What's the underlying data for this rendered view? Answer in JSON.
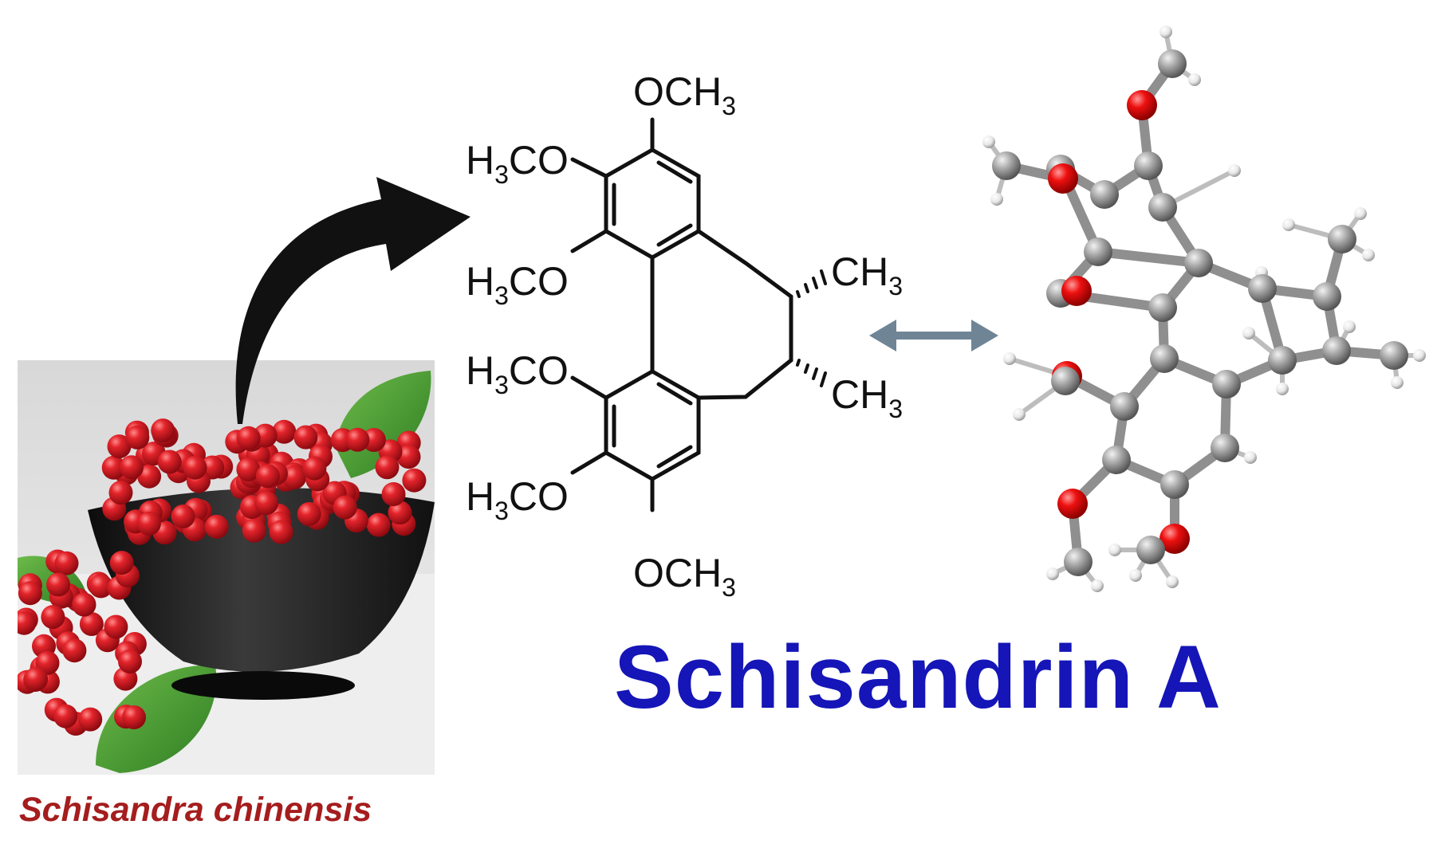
{
  "photo": {
    "caption": "Schisandra chinensis"
  },
  "structure": {
    "top_group": "OCH3",
    "bottom_group": "OCH3",
    "left_groups": [
      "H3CO",
      "H3CO",
      "H3CO",
      "H3CO"
    ],
    "right_groups": [
      "CH3",
      "CH3"
    ]
  },
  "compound": {
    "name": "Schisandrin A"
  },
  "colors": {
    "caption": "#a51d1d",
    "title": "#1515b8",
    "oxygen_atom": "#e00000",
    "carbon_atom": "#9a9a9a",
    "hydrogen_atom": "#eeeeee",
    "equilibrium_arrow": "#6f8596"
  }
}
